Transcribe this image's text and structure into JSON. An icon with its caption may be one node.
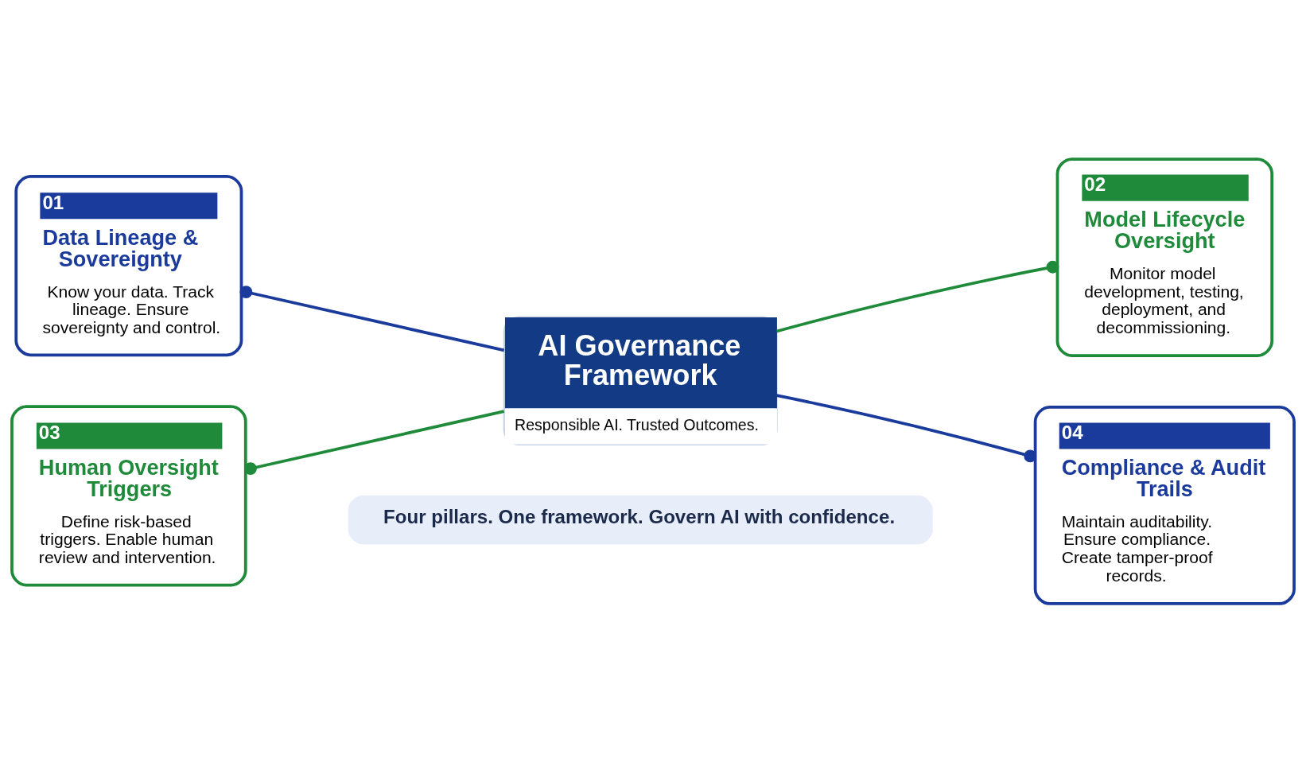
{
  "diagram": {
    "nodes": [
      {
        "text": [
          "01",
          "Data Lineage & Sovereignty",
          "Know your data. Track lineage. Ensure sovereignty and control."
        ]
      },
      {
        "text": [
          "02",
          "Model Lifecycle Oversight",
          "Monitor model development, testing, deployment, and decommissioning."
        ]
      },
      {
        "text": [
          "AI Governance Framework",
          "Responsible AI. Trusted Outcomes."
        ]
      },
      {
        "text": [
          "03",
          "Human Oversight Triggers",
          "Define risk-based triggers. Enable human review and intervention."
        ]
      },
      {
        "text": [
          "04",
          "Compliance & Audit Trails",
          "Maintain auditability. Ensure compliance. Create tamper-proof records."
        ]
      },
      {
        "text": [
          "Four pillars. One framework. Govern AI with confidence."
        ]
      }
    ],
    "edges": [
      {
        "from": 0,
        "to": 2,
        "arrow": "other",
        "color": "#1a3a9c"
      },
      {
        "from": 1,
        "to": 2,
        "arrow": "other",
        "color": "#1e8a3a"
      },
      {
        "from": 3,
        "to": 2,
        "arrow": "other",
        "color": "#1e8a3a"
      },
      {
        "from": 4,
        "to": 2,
        "arrow": "other",
        "color": "#1a3a9c"
      }
    ]
  }
}
